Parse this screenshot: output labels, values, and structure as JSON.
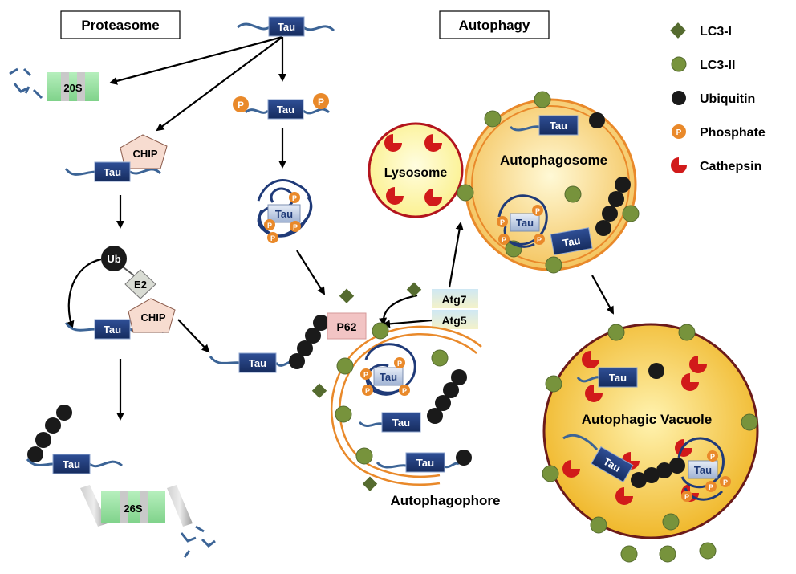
{
  "headers": {
    "proteasome": "Proteasome",
    "autophagy": "Autophagy"
  },
  "legend": [
    {
      "label": "LC3-I",
      "icon": "lc3-i-diamond-icon"
    },
    {
      "label": "LC3-II",
      "icon": "lc3-ii-circle-icon"
    },
    {
      "label": "Ubiquitin",
      "icon": "ubiquitin-circle-icon"
    },
    {
      "label": "Phosphate",
      "icon": "phosphate-circle-icon"
    },
    {
      "label": "Cathepsin",
      "icon": "cathepsin-pacman-icon"
    }
  ],
  "labels": {
    "tau": "Tau",
    "chip": "CHIP",
    "ub": "Ub",
    "e2": "E2",
    "p": "P",
    "s20": "20S",
    "s26": "26S",
    "p62": "P62",
    "atg7": "Atg7",
    "atg5": "Atg5",
    "lysosome": "Lysosome",
    "autophagosome": "Autophagosome",
    "autophagophore": "Autophagophore",
    "vacuole": "Autophagic Vacuole"
  },
  "colors": {
    "tau_box": "#1f3a78",
    "tau_strand": "#3c6496",
    "lc3_i": "#556b2f",
    "lc3_ii": "#77933c",
    "ubiquitin": "#1a1a1a",
    "phosphate": "#e9892a",
    "cathepsin": "#d11a1a",
    "membrane": "#e9892a",
    "chip": "#f7dcd0",
    "p62": "#f2c4c4",
    "proteasome_core": "#9de3a4"
  }
}
